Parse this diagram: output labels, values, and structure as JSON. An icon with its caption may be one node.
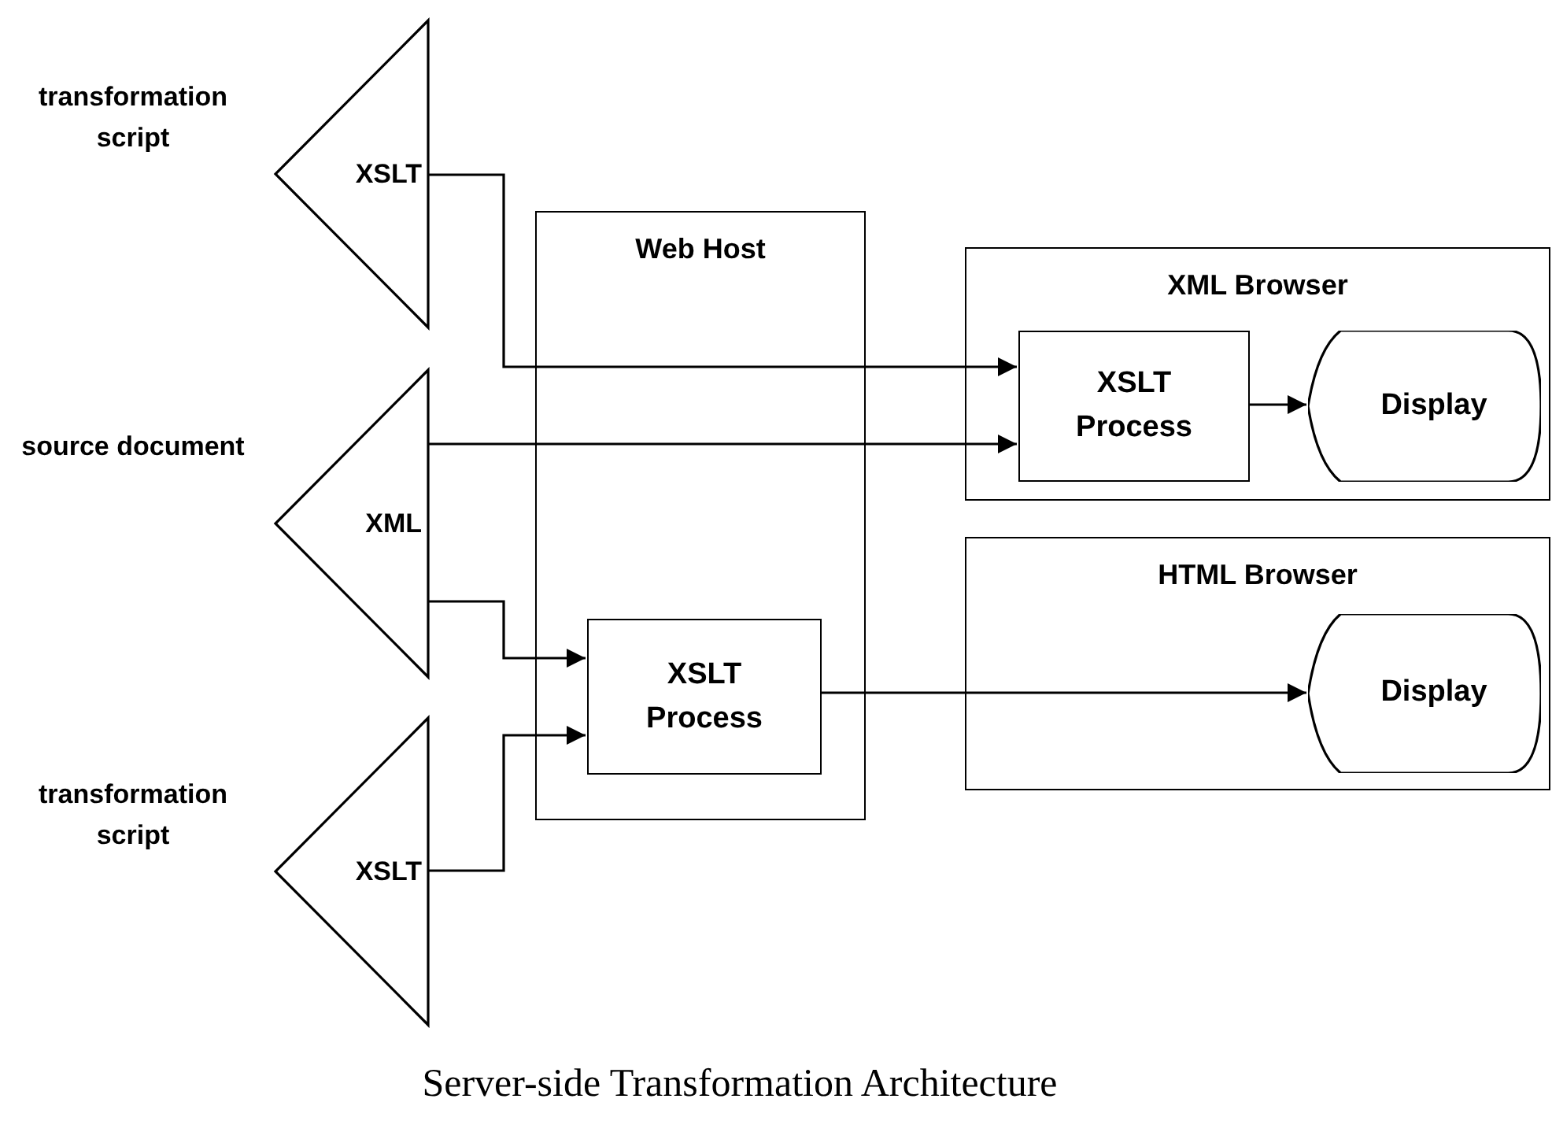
{
  "diagram": {
    "caption": "Server-side Transformation Architecture",
    "nodes": [
      {
        "text": [
          "XSLT"
        ],
        "beside": [
          "transformation script"
        ]
      },
      {
        "text": [
          "XML"
        ],
        "beside": [
          "source document"
        ]
      },
      {
        "text": [
          "XSLT"
        ],
        "beside": [
          "transformation script"
        ]
      },
      {
        "text": [
          "Web Host"
        ]
      },
      {
        "text": [
          "XSLT Process"
        ],
        "in": 3
      },
      {
        "text": [
          "XML Browser"
        ]
      },
      {
        "text": [
          "XSLT Process"
        ],
        "in": 5
      },
      {
        "text": [
          "Display"
        ],
        "in": 5
      },
      {
        "text": [
          "HTML Browser"
        ]
      },
      {
        "text": [
          "Display"
        ],
        "in": 8
      }
    ],
    "edges": [
      {
        "from": 0,
        "to": 6,
        "arrow": "to"
      },
      {
        "from": 1,
        "to": 6,
        "arrow": "to"
      },
      {
        "from": 1,
        "to": 4,
        "arrow": "to"
      },
      {
        "from": 2,
        "to": 4,
        "arrow": "to"
      },
      {
        "from": 6,
        "to": 7,
        "arrow": "to"
      },
      {
        "from": 4,
        "to": 9,
        "arrow": "to"
      }
    ]
  }
}
